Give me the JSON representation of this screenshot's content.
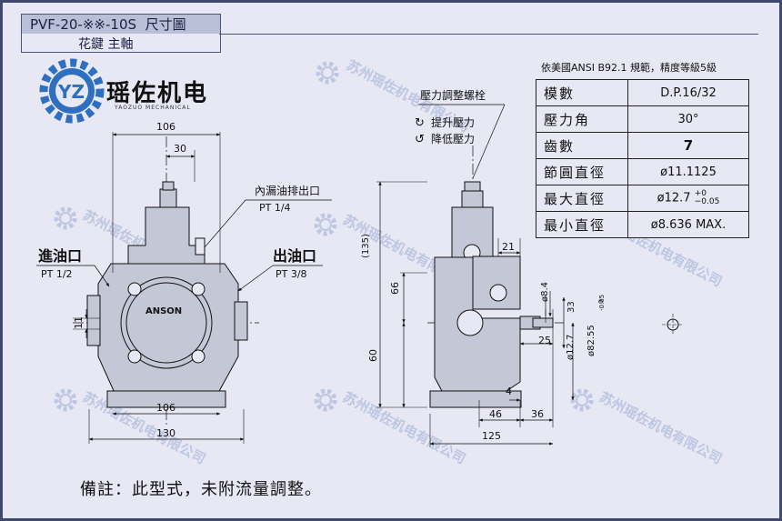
{
  "header": {
    "model": "PVF-20-※※-10S",
    "drawing_type": "尺寸圖",
    "subtitle": "花鍵 主軸"
  },
  "logo": {
    "name": "瑶佐机电",
    "english": "YAOZUO MECHANICAL",
    "mark": "YZ"
  },
  "watermark": "苏州瑶佐机电有限公司",
  "pump_label": "ANSON",
  "colors": {
    "frame": "#3f4a6d",
    "background": "#e7e8f3",
    "pump_body": "#c4c8d6",
    "watermark": "#b8c2e0"
  },
  "front_view": {
    "dims": {
      "width_top": "106",
      "width_mid": "30",
      "height_port": "11",
      "width_bottom": "106",
      "width_overall": "130"
    },
    "ports": {
      "drain_label": "內漏油排出口",
      "drain_size": "PT 1/4",
      "inlet_label": "進油口",
      "inlet_size": "PT 1/2",
      "outlet_label": "出油口",
      "outlet_size": "PT 3/8"
    }
  },
  "side_view": {
    "screw_label": "壓力調整螺栓",
    "increase": "提升壓力",
    "decrease": "降低壓力",
    "dims": {
      "h135": "(135)",
      "h66": "66",
      "h60": "60",
      "w21": "21",
      "d8_4": "ø8.4",
      "w33": "33",
      "w25": "25",
      "d12_7": "ø12.7",
      "d82_55": "ø82.55",
      "d82_tol": "-0.05",
      "d82_tol_top": "0",
      "w4": "4",
      "w46": "46",
      "w36": "36",
      "w125": "125"
    }
  },
  "spec_table": {
    "note": "依美國ANSI  B92.1 規範，精度等級5級",
    "rows": [
      {
        "key": "模數",
        "value": "D.P.16/32"
      },
      {
        "key": "壓力角",
        "value": "30°"
      },
      {
        "key": "齒數",
        "value": "7"
      },
      {
        "key": "節圓直徑",
        "value": "ø11.1125"
      },
      {
        "key": "最大直徑",
        "value": "ø12.7",
        "tol_top": "+0",
        "tol_bottom": "−0.05"
      },
      {
        "key": "最小直徑",
        "value": "ø8.636 MAX."
      }
    ]
  },
  "remark": "備註：此型式，未附流量調整。"
}
